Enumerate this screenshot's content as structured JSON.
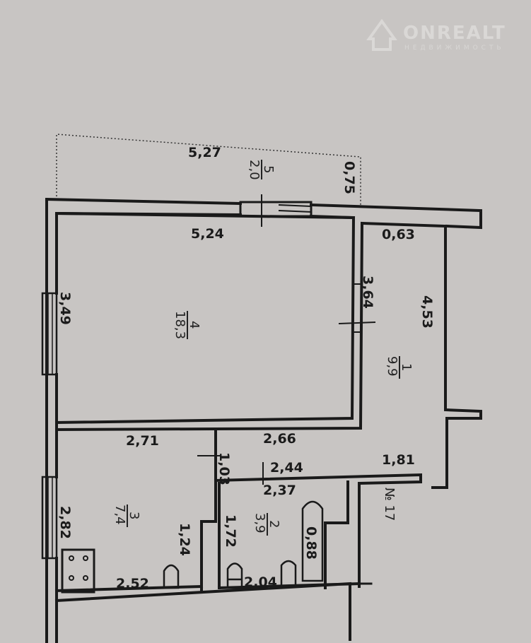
{
  "watermark": {
    "brand": "ONREALT",
    "subtitle": "НЕДВИЖИМОСТЬ"
  },
  "balcony": {
    "length": "5,27",
    "width": "0,75",
    "number": "5",
    "area": "2,0"
  },
  "living_room": {
    "number": "4",
    "area": "18,3",
    "length": "5,24",
    "width": "3,49",
    "side": "3,64"
  },
  "hallway": {
    "number": "1",
    "area": "9,9",
    "length": "4,53",
    "top": "0,63",
    "width": "2,66",
    "bottom": "1,81",
    "door": "1,03"
  },
  "kitchen": {
    "number": "3",
    "area": "7,4",
    "length": "2,71",
    "width": "2,82",
    "bottom": "2,52",
    "side": "1,24"
  },
  "bathroom": {
    "number": "2",
    "area": "3,9",
    "top_outer": "2,44",
    "top": "2,37",
    "side": "1,72",
    "bottom": "2,04",
    "tub": "0,88"
  },
  "apartment_label": "№ 17"
}
